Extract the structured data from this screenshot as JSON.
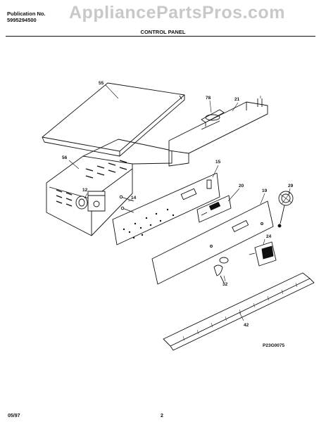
{
  "header": {
    "publication_label": "Publication No.",
    "publication_number": "5995294500",
    "watermark": "AppliancePartsPros.com",
    "section_title": "CONTROL PANEL"
  },
  "callouts": [
    "55",
    "56",
    "78",
    "21",
    "15",
    "14",
    "12",
    "20",
    "19",
    "29",
    "24",
    "32",
    "42"
  ],
  "figure_code": "P23G0075",
  "footer": {
    "date": "05/97",
    "page": "2"
  }
}
